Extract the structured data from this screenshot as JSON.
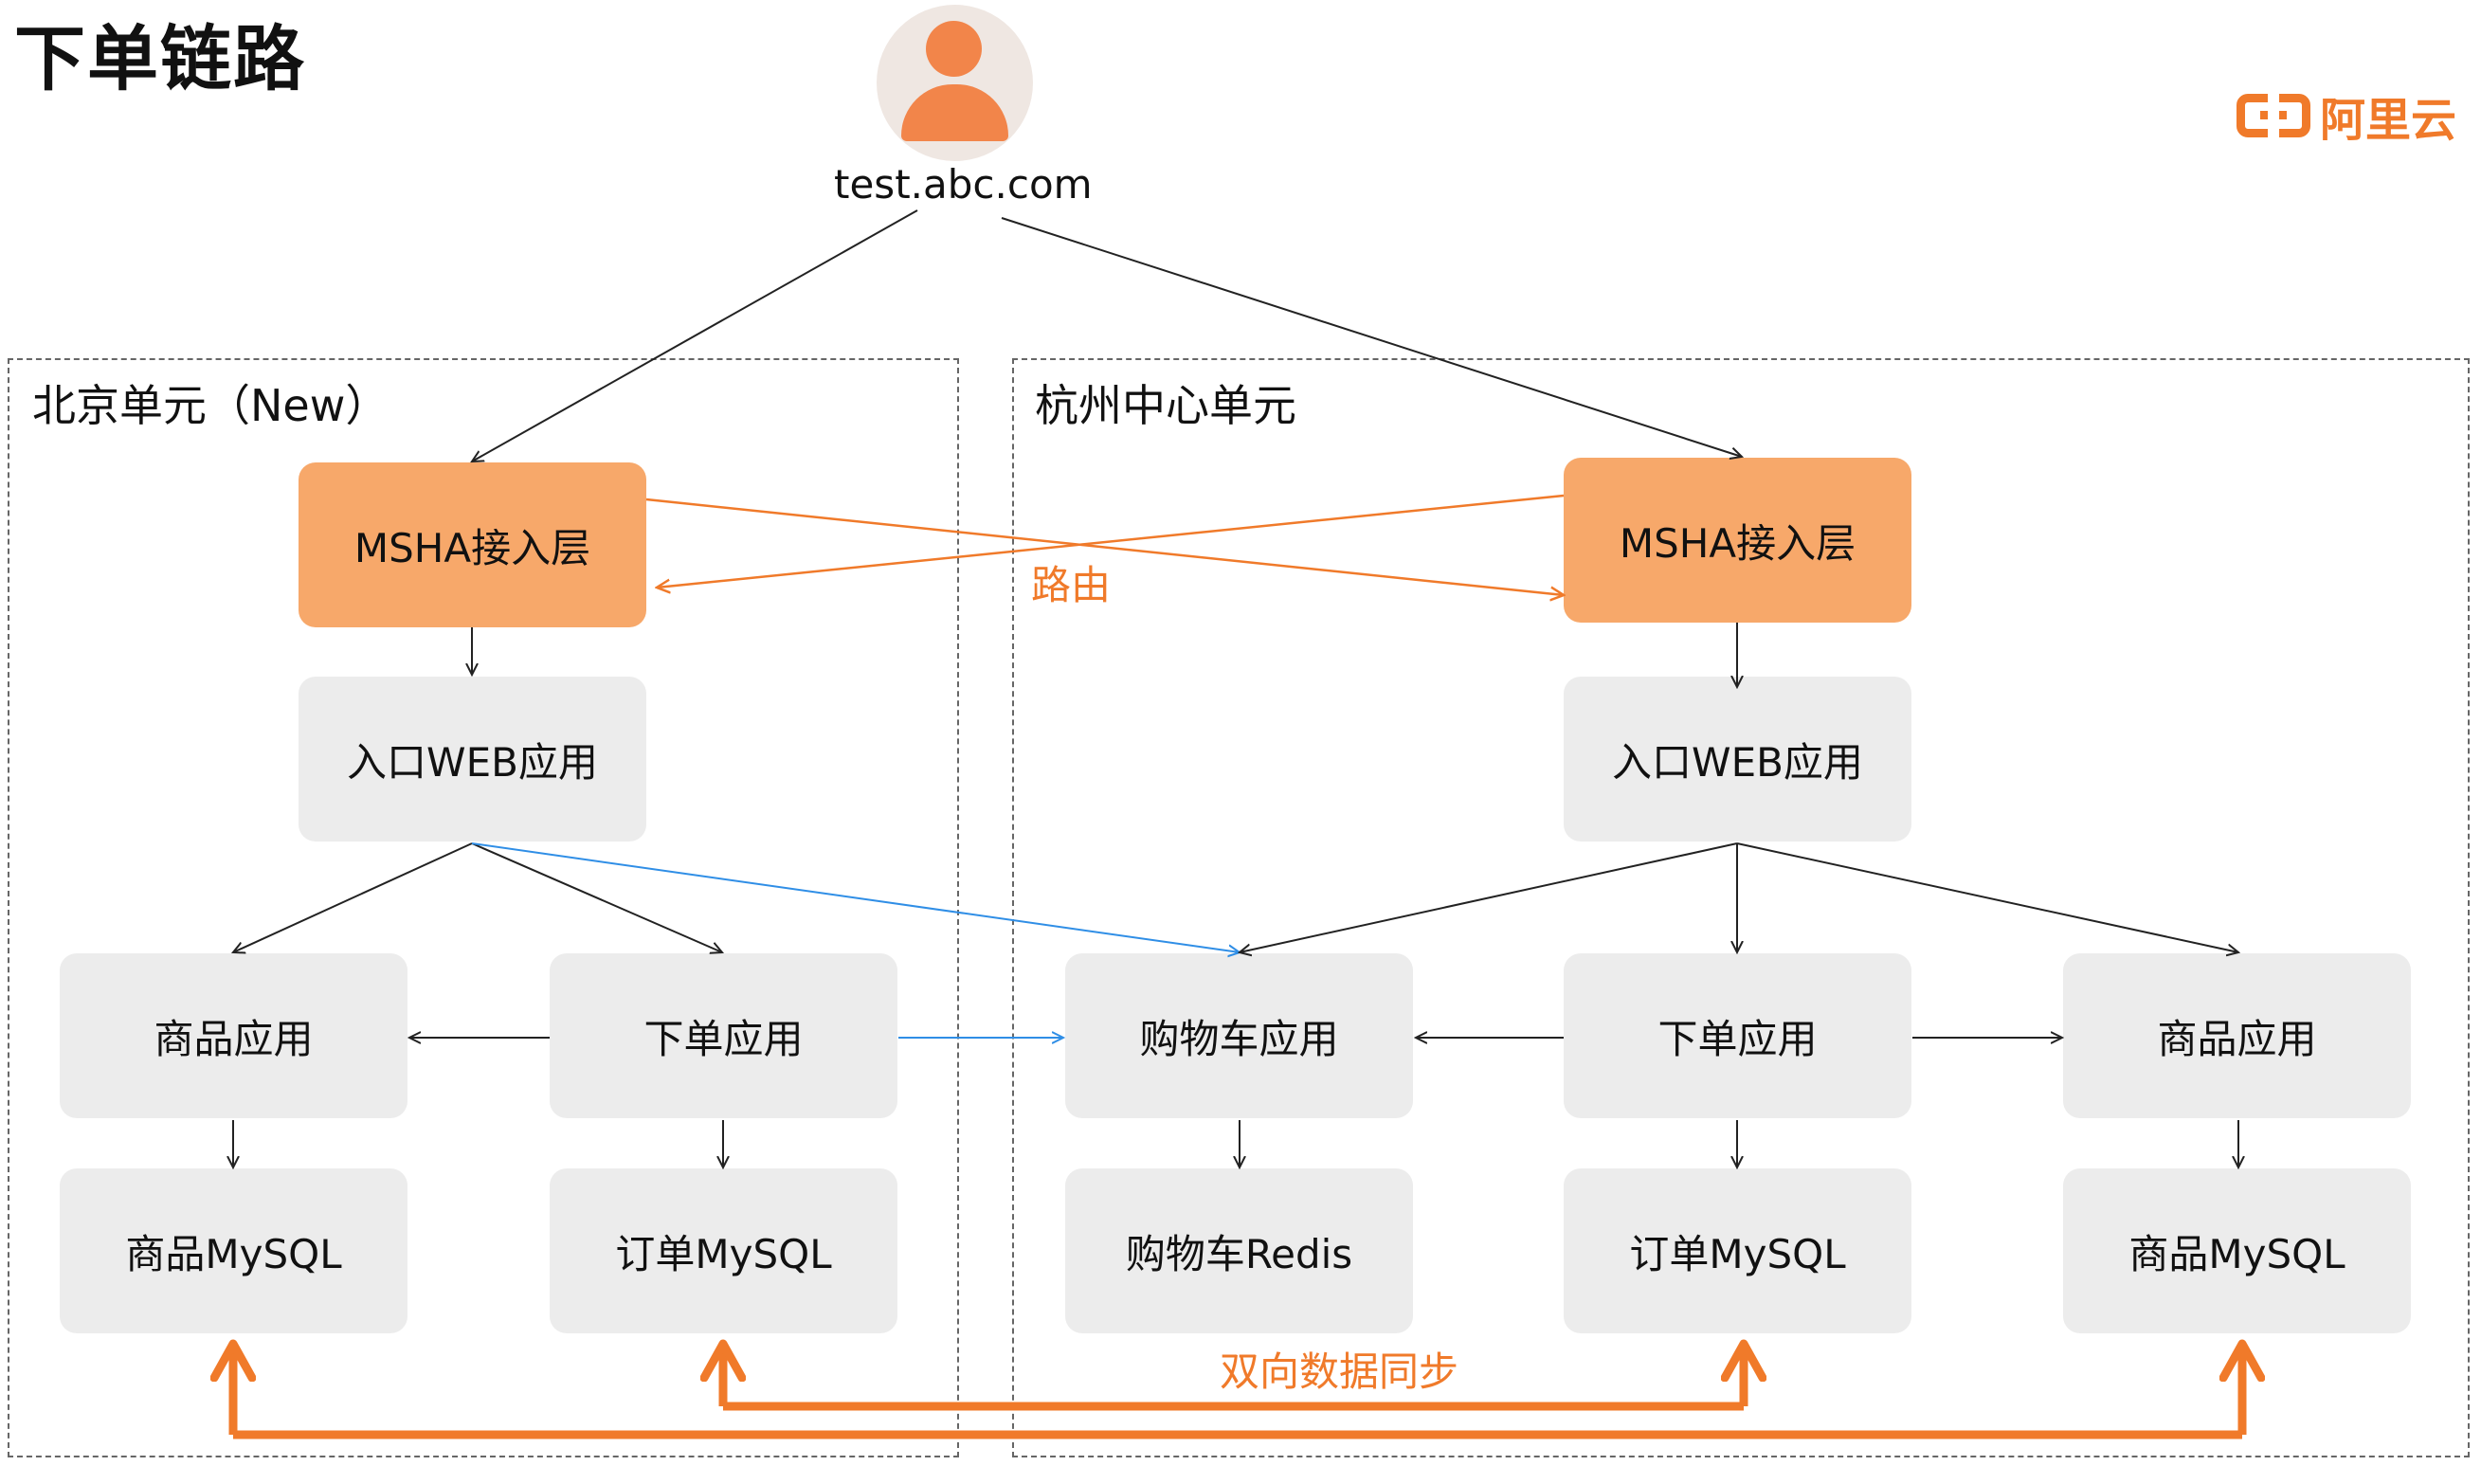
{
  "title": "下单链路",
  "brand": "阿里云",
  "user": {
    "label": "test.abc.com",
    "icon": "user-icon"
  },
  "regions": {
    "beijing": {
      "label": "北京单元（New）"
    },
    "hangzhou": {
      "label": "杭州中心单元"
    }
  },
  "nodes": {
    "bj_msha": "MSHA接入层",
    "bj_web": "入口WEB应用",
    "bj_goods_app": "商品应用",
    "bj_order_app": "下单应用",
    "bj_goods_db": "商品MySQL",
    "bj_order_db": "订单MySQL",
    "hz_msha": "MSHA接入层",
    "hz_web": "入口WEB应用",
    "hz_cart_app": "购物车应用",
    "hz_order_app": "下单应用",
    "hz_goods_app": "商品应用",
    "hz_cart_db": "购物车Redis",
    "hz_order_db": "订单MySQL",
    "hz_goods_db": "商品MySQL"
  },
  "edge_labels": {
    "routing": "路由",
    "sync": "双向数据同步"
  },
  "colors": {
    "accent": "#f07a2a",
    "node_fill": "#ececec",
    "msha_fill": "#f7a86a",
    "cross_call": "#2f8ee6",
    "line": "#222222"
  }
}
